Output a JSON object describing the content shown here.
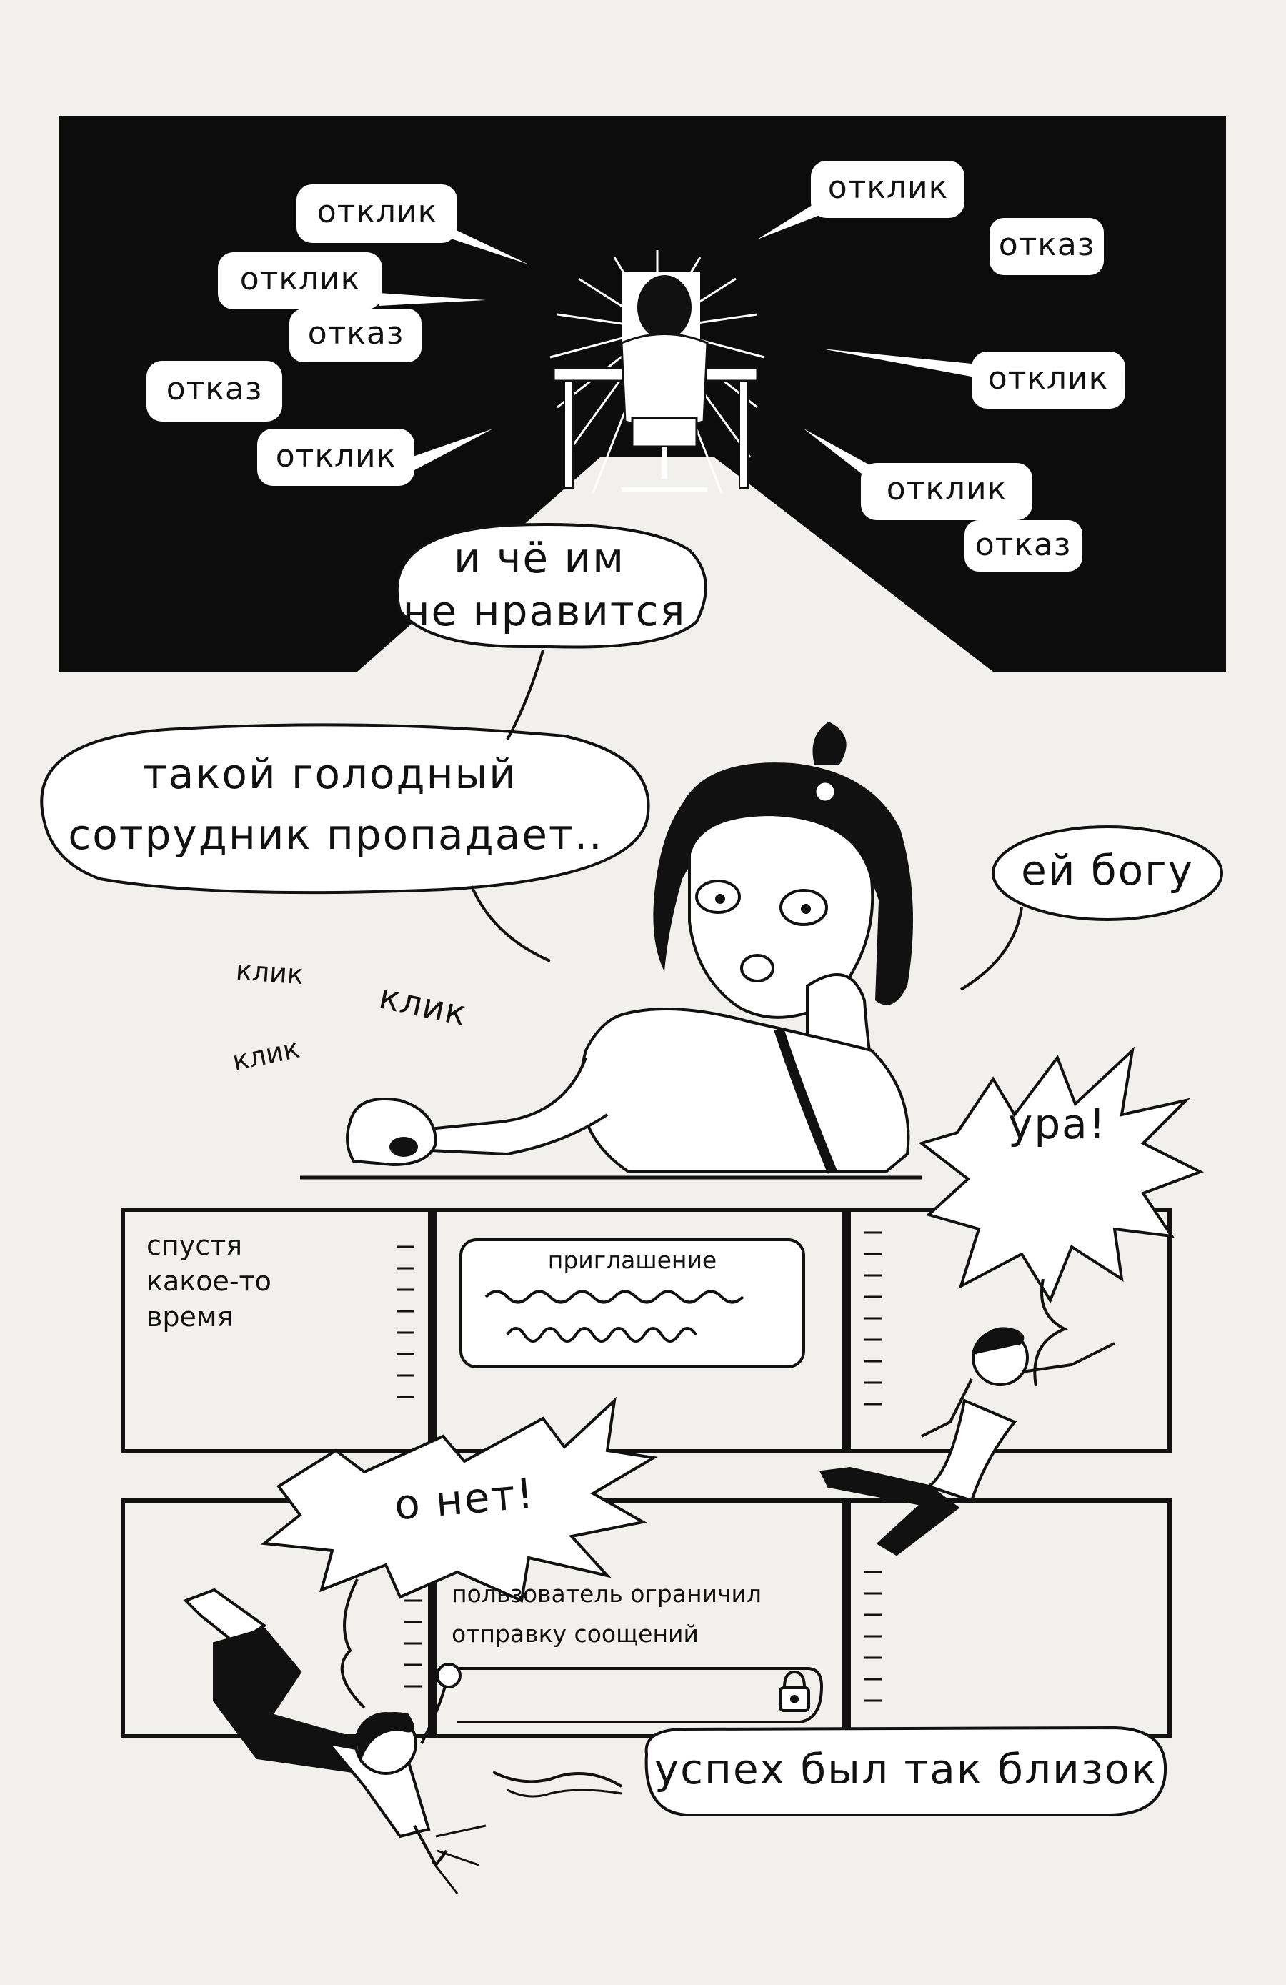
{
  "panel1": {
    "bubbles": [
      "отклик",
      "отклик",
      "отказ",
      "отказ",
      "отклик",
      "отклик",
      "отказ",
      "отклик",
      "отклик",
      "отказ"
    ],
    "speech": [
      "и чё им",
      "не нравится"
    ]
  },
  "panel2": {
    "left_speech": [
      "такой голодный",
      "сотрудник пропадает.."
    ],
    "right_speech": "ей богу",
    "sfx": [
      "клик",
      "клик",
      "клик"
    ]
  },
  "panel3": {
    "caption": [
      "спустя",
      "какое-то",
      "время"
    ],
    "message_title": "приглашение",
    "exclaim": "ура!"
  },
  "panel4": {
    "exclaim": "о нет!",
    "notice": [
      "пользователь ограничил",
      "отправку соощений"
    ],
    "caption": "успех был так близок"
  },
  "colors": {
    "ink": "#111111",
    "paper": "#f1f0ec",
    "white": "#ffffff"
  }
}
